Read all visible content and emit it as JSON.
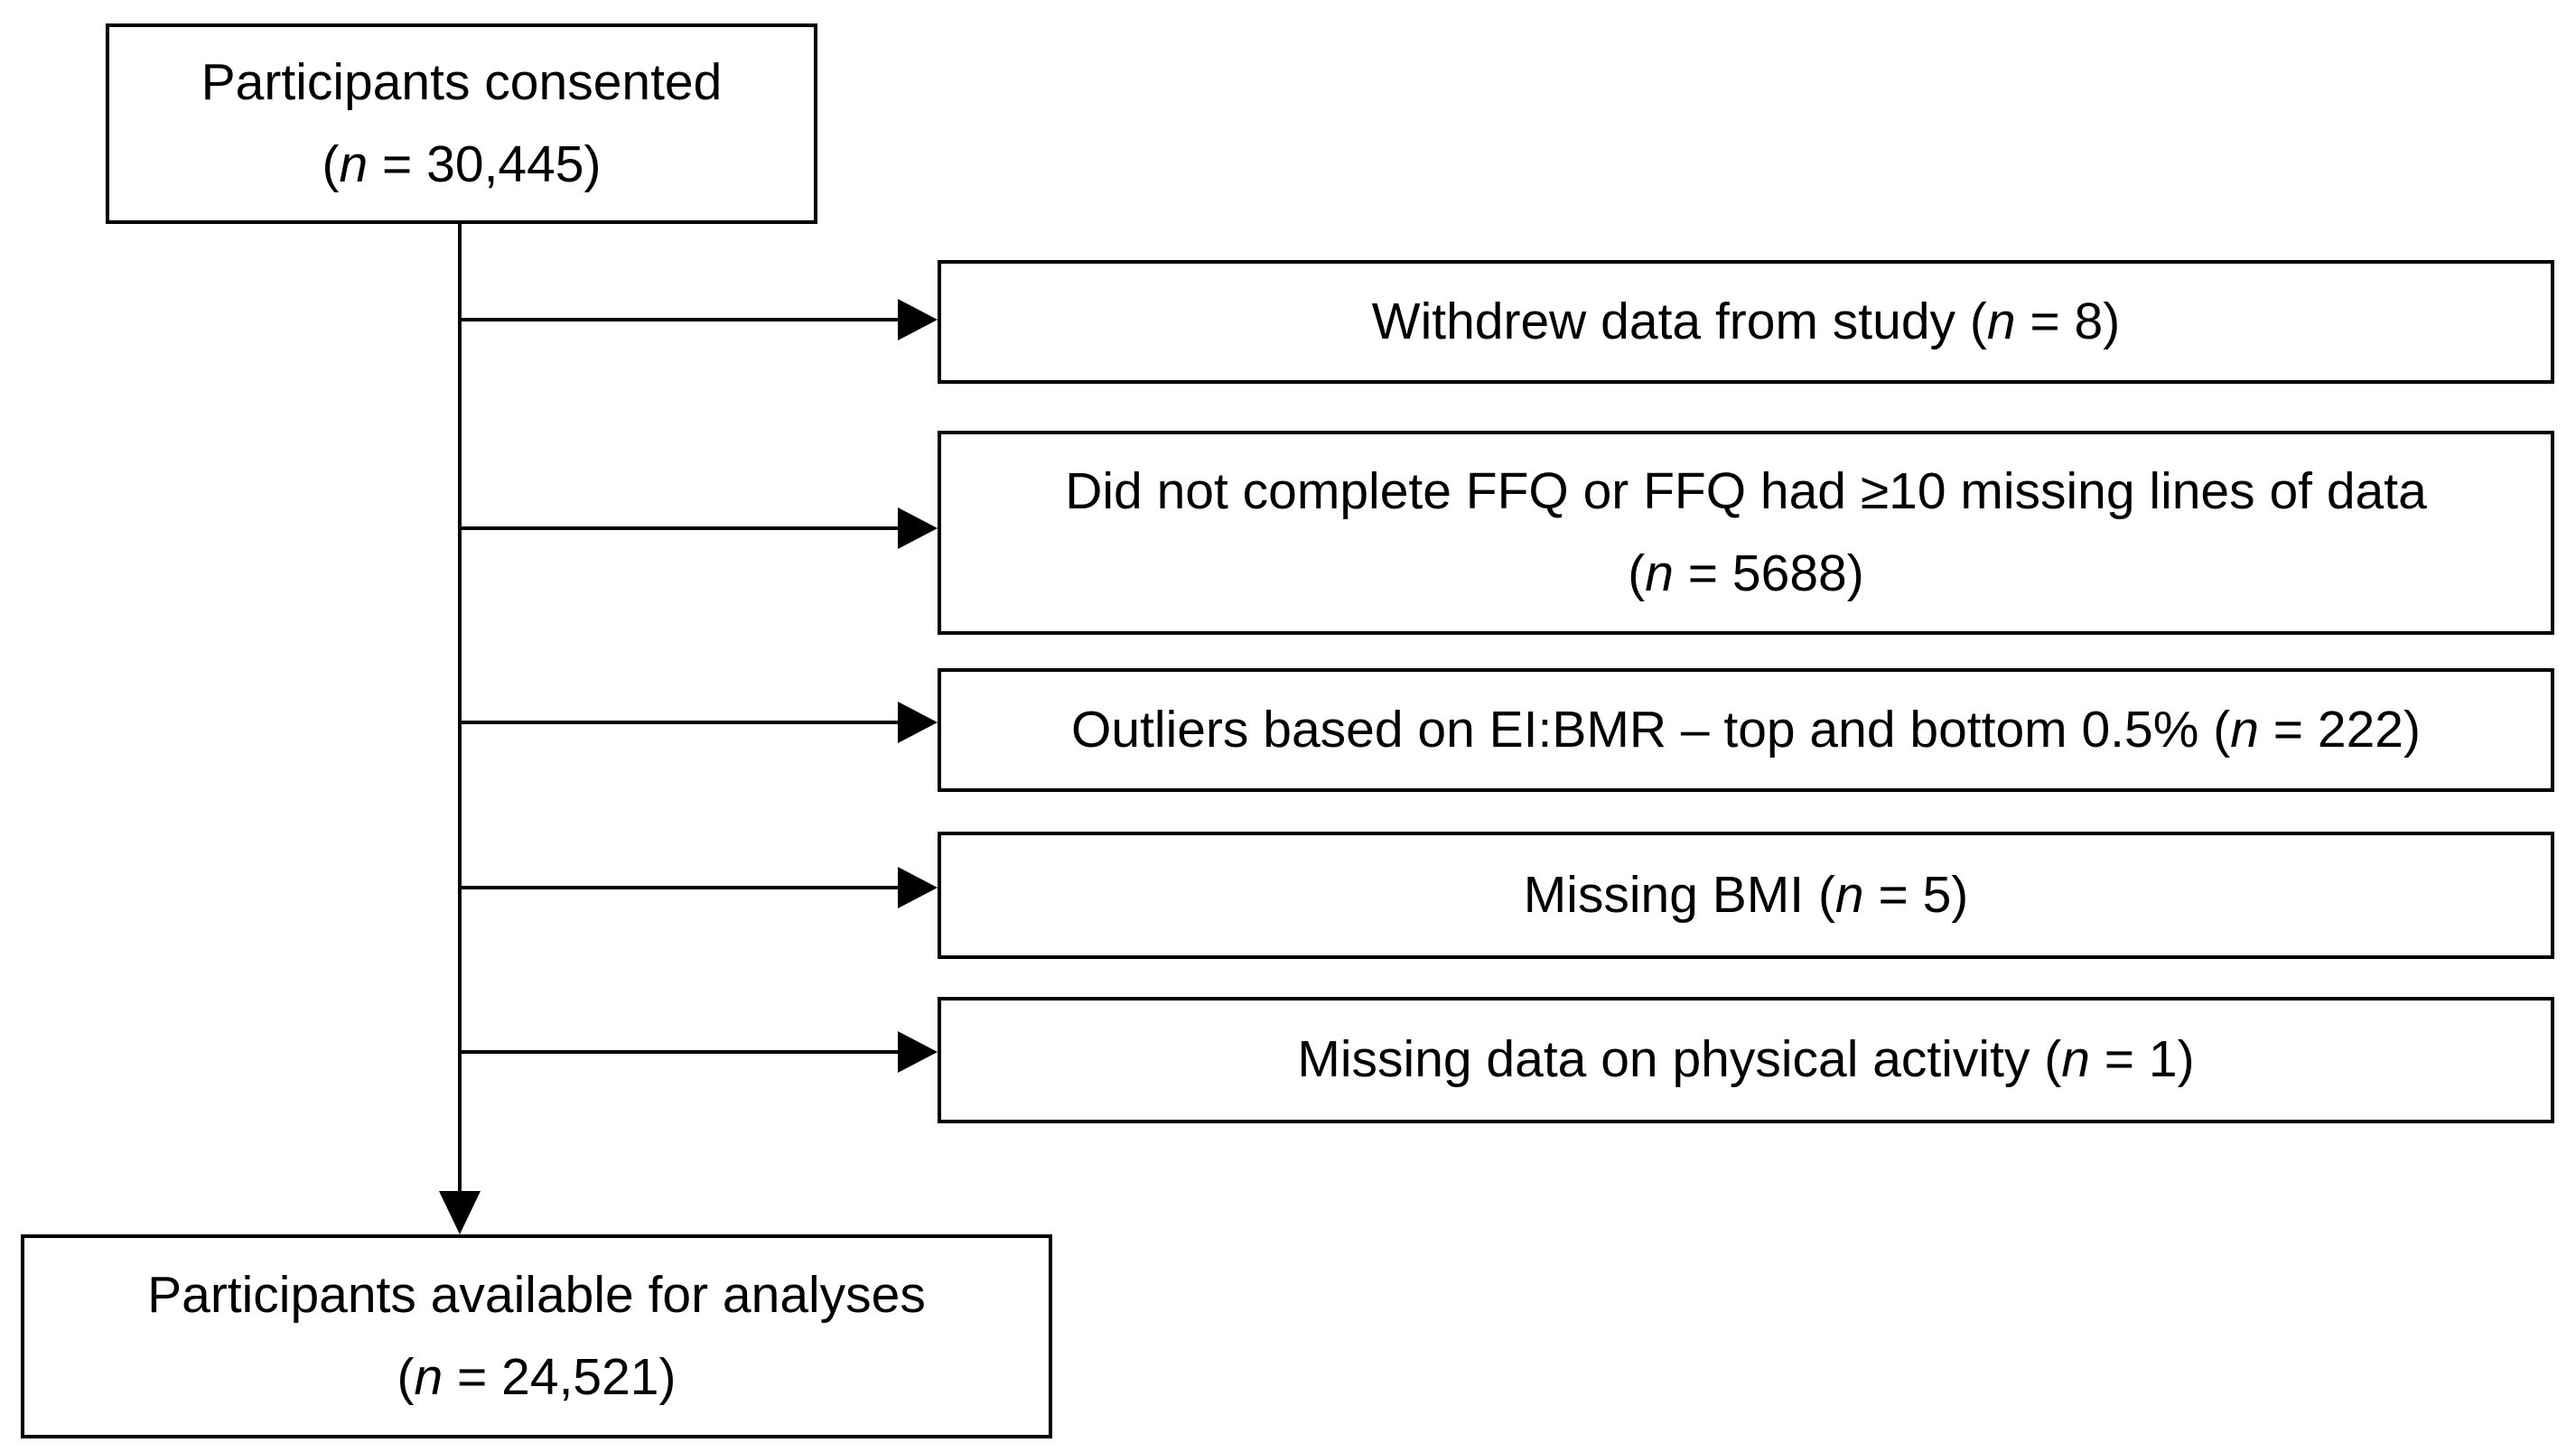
{
  "style": {
    "background_color": "#ffffff",
    "border_color": "#000000",
    "text_color": "#000000"
  },
  "nodes": {
    "consented": {
      "title": "Participants consented",
      "count_prefix": "(",
      "count_n": "n",
      "count_suffix": " = 30,445)"
    },
    "available": {
      "title": "Participants available for analyses",
      "count_prefix": "(",
      "count_n": "n",
      "count_suffix": " = 24,521)"
    },
    "exclusions": [
      {
        "text_before": "Withdrew data from study (",
        "n": "n",
        "text_after": " = 8)"
      },
      {
        "line1": "Did not complete FFQ or FFQ had ≥10 missing lines of data",
        "text_before": "(",
        "n": "n",
        "text_after": " = 5688)"
      },
      {
        "text_before": "Outliers based on EI:BMR – top and bottom 0.5% (",
        "n": "n",
        "text_after": " = 222)"
      },
      {
        "text_before": "Missing BMI (",
        "n": "n",
        "text_after": " = 5)"
      },
      {
        "text_before": "Missing data on physical activity (",
        "n": "n",
        "text_after": " = 1)"
      }
    ]
  }
}
